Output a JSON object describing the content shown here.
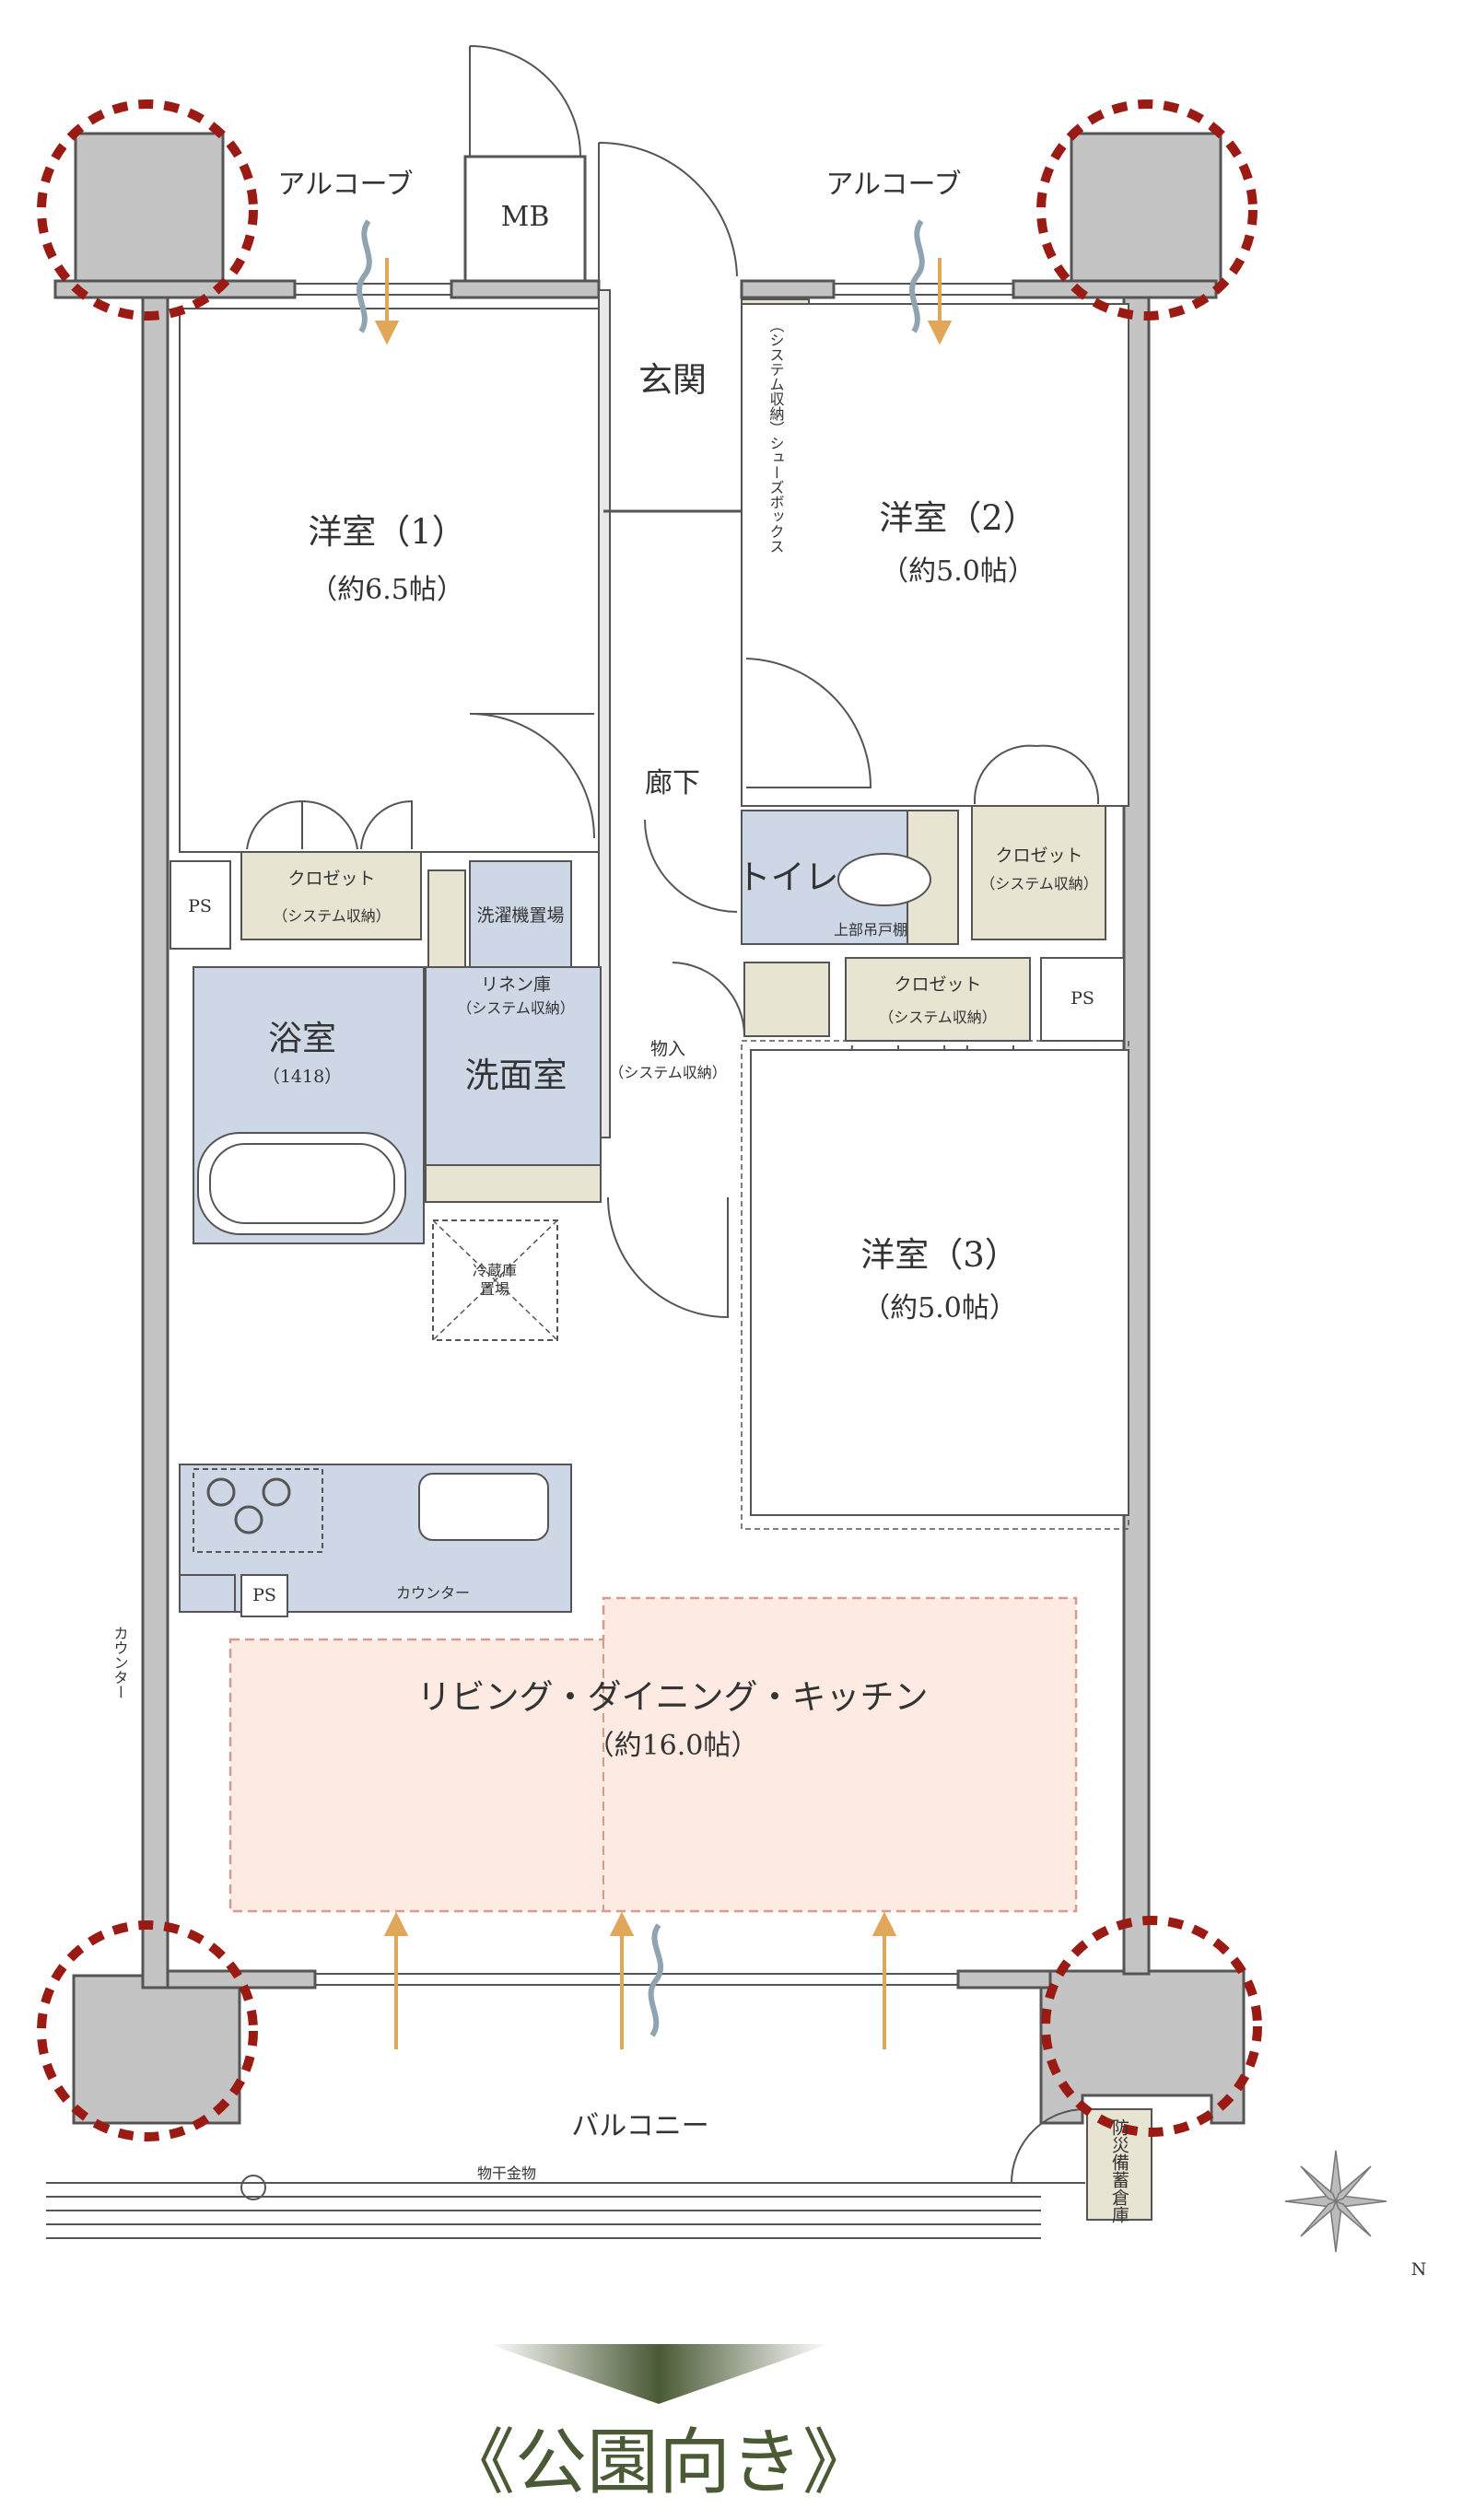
{
  "labels": {
    "alcove_left": "アルコーブ",
    "alcove_right": "アルコーブ",
    "mb": "MB",
    "entrance": "玄関",
    "shoe_box": "（システム収納）シューズボックス",
    "room1_name": "洋室（1）",
    "room1_size": "（約6.5帖）",
    "room2_name": "洋室（2）",
    "room2_size": "（約5.0帖）",
    "corridor": "廊下",
    "toilet": "トイレ",
    "upper_cabinet": "上部吊戸棚",
    "closet_room2": "クロゼット",
    "closet_room2_sub": "（システム収納）",
    "ps_left": "PS",
    "closet_room1": "クロゼット",
    "closet_room1_sub": "（システム収納）",
    "washer_space": "洗濯機置場",
    "linen_storage": "リネン庫",
    "linen_storage_sub": "（システム収納）",
    "bathroom": "浴室",
    "bathroom_size": "（1418）",
    "washroom": "洗面室",
    "storage": "物入",
    "storage_sub": "（システム収納）",
    "closet_room3": "クロゼット",
    "closet_room3_sub": "（システム収納）",
    "ps_right": "PS",
    "room3_name": "洋室（3）",
    "room3_size": "（約5.0帖）",
    "fridge_line1": "冷蔵庫",
    "fridge_line2": "置場",
    "ps_kitchen": "PS",
    "counter_kitchen": "カウンター",
    "counter_side": "カウンター",
    "ldk_name": "リビング・ダイニング・キッチン",
    "ldk_size": "（約16.0帖）",
    "balcony": "バルコニー",
    "drying_hardware": "物干金物",
    "disaster_storage": "防災備蓄倉庫",
    "compass_n": "N",
    "orientation": "《公園向き》"
  },
  "colors": {
    "wall": "#c4c4c4",
    "wet_area": "#cdd7e6",
    "storage_fill": "#e8e4d2",
    "ldk_fill": "#fdebe3",
    "ldk_border": "#d49c8a",
    "highlight_circle": "#9a1a14",
    "arrow": "#e0a65a",
    "air_flow": "#8fa3b1",
    "banner": "#4a5a35"
  }
}
